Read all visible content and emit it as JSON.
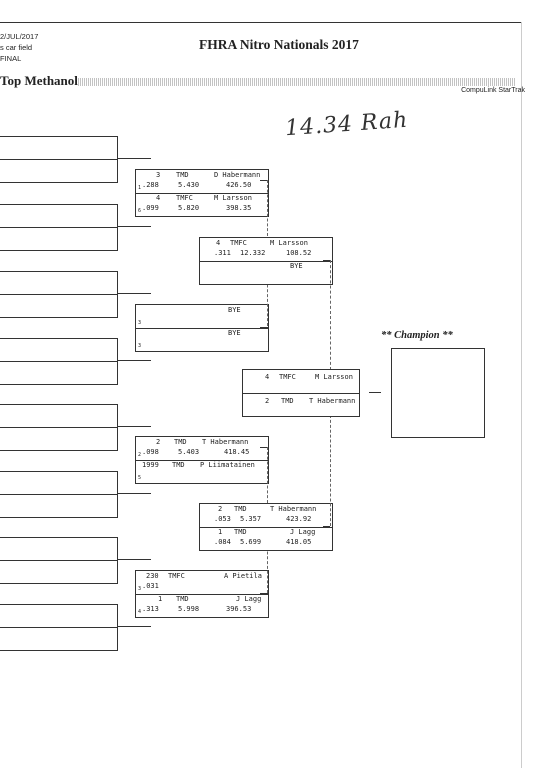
{
  "header": {
    "date": "2/JUL/2017",
    "field": "s car field",
    "round": "FINAL",
    "title": "FHRA Nitro Nationals 2017",
    "class_name": "Top Methanol",
    "brand": "CompuLink StarTrak",
    "handwriting": "14.34 Rah"
  },
  "round1": [
    {
      "top": {
        "lane": "1",
        "num": "3",
        "team": "TMD",
        "name": "D Habermann",
        "rt": ".288",
        "et": "5.430",
        "mph": "426.50"
      },
      "bot": {
        "lane": "6",
        "num": "4",
        "team": "TMFC",
        "name": "M Larsson",
        "rt": ".099",
        "et": "5.820",
        "mph": "398.35"
      }
    },
    {
      "top": {
        "lane": "3",
        "num": "",
        "team": "",
        "name": "BYE",
        "rt": "",
        "et": "",
        "mph": ""
      },
      "bot": {
        "lane": "3",
        "num": "",
        "team": "",
        "name": "BYE",
        "rt": "",
        "et": "",
        "mph": ""
      }
    },
    {
      "top": {
        "lane": "2",
        "num": "2",
        "team": "TMD",
        "name": "T Habermann",
        "rt": ".098",
        "et": "5.403",
        "mph": "418.45"
      },
      "bot": {
        "lane": "5",
        "num": "1999",
        "team": "TMD",
        "name": "P Liimatainen",
        "rt": "",
        "et": "",
        "mph": ""
      }
    },
    {
      "top": {
        "lane": "3",
        "num": "230",
        "team": "TMFC",
        "name": "A Pietila",
        "rt": ".031",
        "et": "",
        "mph": ""
      },
      "bot": {
        "lane": "4",
        "num": "1",
        "team": "TMD",
        "name": "J Lagg",
        "rt": ".313",
        "et": "5.998",
        "mph": "396.53"
      }
    }
  ],
  "round2": [
    {
      "top": {
        "num": "4",
        "team": "TMFC",
        "name": "M Larsson",
        "rt": ".311",
        "et": "12.332",
        "mph": "108.52"
      },
      "bot": {
        "num": "",
        "team": "",
        "name": "BYE",
        "rt": "",
        "et": "",
        "mph": ""
      }
    },
    {
      "top": {
        "num": "2",
        "team": "TMD",
        "name": "T Habermann",
        "rt": ".053",
        "et": "5.357",
        "mph": "423.92"
      },
      "bot": {
        "num": "1",
        "team": "TMD",
        "name": "J Lagg",
        "rt": ".084",
        "et": "5.699",
        "mph": "418.05"
      }
    }
  ],
  "final": {
    "top": {
      "num": "4",
      "team": "TMFC",
      "name": "M Larsson"
    },
    "bot": {
      "num": "2",
      "team": "TMD",
      "name": "T Habermann"
    }
  },
  "champion": {
    "label": "** Champion **"
  }
}
